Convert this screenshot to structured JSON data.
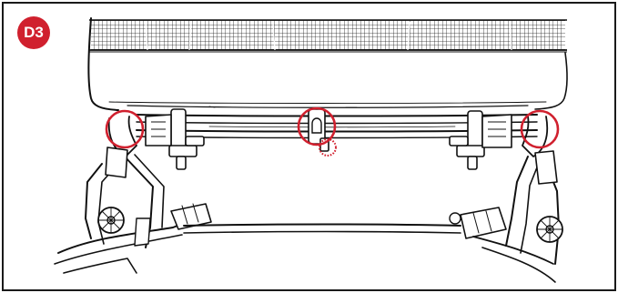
{
  "step": {
    "label": "D3"
  },
  "colors": {
    "accent": "#d0202e",
    "line": "#111111",
    "frame": "#1a1a1a",
    "background": "#ffffff",
    "mesh": "#222222"
  },
  "highlights": [
    {
      "name": "left-fold-joint",
      "style": "solid-circle"
    },
    {
      "name": "center-latch",
      "style": "solid-circle"
    },
    {
      "name": "center-latch-button",
      "style": "dotted-circle"
    },
    {
      "name": "right-fold-joint",
      "style": "solid-circle"
    }
  ]
}
